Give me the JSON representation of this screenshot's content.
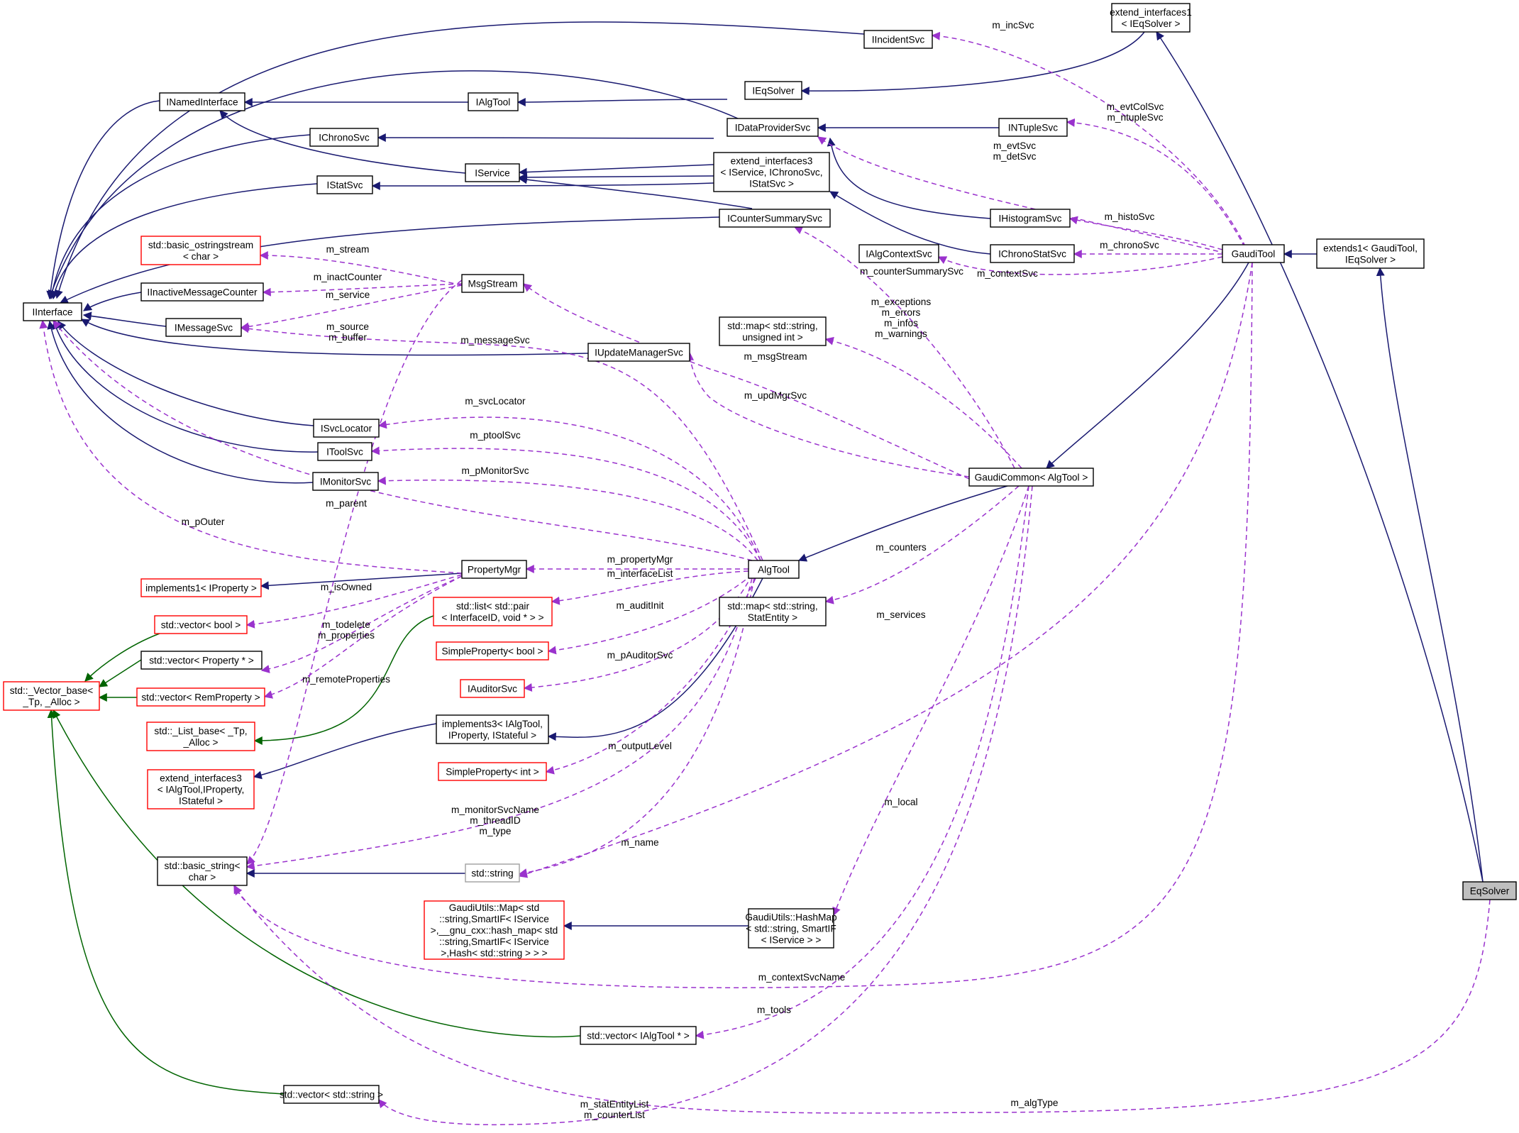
{
  "diagram": {
    "colors": {
      "inheritance": "#191970",
      "template": "#006400",
      "usage": "#9a32cd",
      "node_border": "#000000",
      "undocumented_border": "#ff0000",
      "external_border": "#a0a0a0",
      "selected_fill": "#bfbfbf"
    },
    "nodes": [
      {
        "id": "IInterface",
        "lines": [
          "IInterface"
        ]
      },
      {
        "id": "INamedInterface",
        "lines": [
          "INamedInterface"
        ]
      },
      {
        "id": "IIncidentSvc",
        "lines": [
          "IIncidentSvc"
        ]
      },
      {
        "id": "ext_int1",
        "lines": [
          "extend_interfaces1",
          "< IEqSolver >"
        ]
      },
      {
        "id": "IAlgTool",
        "lines": [
          "IAlgTool"
        ]
      },
      {
        "id": "IEqSolver",
        "lines": [
          "IEqSolver"
        ]
      },
      {
        "id": "IDataProviderSvc",
        "lines": [
          "IDataProviderSvc"
        ]
      },
      {
        "id": "INTupleSvc",
        "lines": [
          "INTupleSvc"
        ]
      },
      {
        "id": "IChronoSvc",
        "lines": [
          "IChronoSvc"
        ]
      },
      {
        "id": "IService",
        "lines": [
          "IService"
        ]
      },
      {
        "id": "ext_int3",
        "lines": [
          "extend_interfaces3",
          "< IService, IChronoSvc,",
          "IStatSvc >"
        ]
      },
      {
        "id": "IStatSvc",
        "lines": [
          "IStatSvc"
        ]
      },
      {
        "id": "IHistogramSvc",
        "lines": [
          "IHistogramSvc"
        ]
      },
      {
        "id": "ICounterSummarySvc",
        "lines": [
          "ICounterSummarySvc"
        ]
      },
      {
        "id": "basic_ostringstream",
        "lines": [
          "std::basic_ostringstream",
          "< char >"
        ],
        "style": "red"
      },
      {
        "id": "IAlgContextSvc",
        "lines": [
          "IAlgContextSvc"
        ]
      },
      {
        "id": "IChronoStatSvc",
        "lines": [
          "IChronoStatSvc"
        ]
      },
      {
        "id": "GaudiTool",
        "lines": [
          "GaudiTool"
        ]
      },
      {
        "id": "extends1",
        "lines": [
          "extends1< GaudiTool,",
          "IEqSolver >"
        ]
      },
      {
        "id": "MsgStream",
        "lines": [
          "MsgStream"
        ]
      },
      {
        "id": "IInactiveMessageCounter",
        "lines": [
          "IInactiveMessageCounter"
        ]
      },
      {
        "id": "IMessageSvc",
        "lines": [
          "IMessageSvc"
        ]
      },
      {
        "id": "map_uint",
        "lines": [
          "std::map< std::string,",
          "unsigned int >"
        ]
      },
      {
        "id": "IUpdateManagerSvc",
        "lines": [
          "IUpdateManagerSvc"
        ]
      },
      {
        "id": "ISvcLocator",
        "lines": [
          "ISvcLocator"
        ]
      },
      {
        "id": "IToolSvc",
        "lines": [
          "IToolSvc"
        ]
      },
      {
        "id": "IMonitorSvc",
        "lines": [
          "IMonitorSvc"
        ]
      },
      {
        "id": "GaudiCommon",
        "lines": [
          "GaudiCommon< AlgTool >"
        ]
      },
      {
        "id": "PropertyMgr",
        "lines": [
          "PropertyMgr"
        ]
      },
      {
        "id": "AlgTool",
        "lines": [
          "AlgTool"
        ]
      },
      {
        "id": "implements1",
        "lines": [
          "implements1< IProperty >"
        ],
        "style": "red"
      },
      {
        "id": "list_pair",
        "lines": [
          "std::list< std::pair",
          "< InterfaceID, void * > >"
        ],
        "style": "red"
      },
      {
        "id": "map_stat",
        "lines": [
          "std::map< std::string,",
          "StatEntity >"
        ]
      },
      {
        "id": "vector_bool",
        "lines": [
          "std::vector< bool >"
        ],
        "style": "red"
      },
      {
        "id": "SimpleProperty_bool",
        "lines": [
          "SimpleProperty< bool >"
        ],
        "style": "red"
      },
      {
        "id": "vector_prop",
        "lines": [
          "std::vector< Property * >"
        ]
      },
      {
        "id": "vector_base",
        "lines": [
          "std::_Vector_base<",
          "_Tp, _Alloc >"
        ],
        "style": "red"
      },
      {
        "id": "IAuditorSvc",
        "lines": [
          "IAuditorSvc"
        ],
        "style": "red"
      },
      {
        "id": "vector_remprop",
        "lines": [
          "std::vector< RemProperty >"
        ],
        "style": "red"
      },
      {
        "id": "list_base",
        "lines": [
          "std::_List_base< _Tp,",
          "_Alloc >"
        ],
        "style": "red"
      },
      {
        "id": "implements3",
        "lines": [
          "implements3< IAlgTool,",
          "IProperty, IStateful >"
        ]
      },
      {
        "id": "SimpleProperty_int",
        "lines": [
          "SimpleProperty< int >"
        ],
        "style": "red"
      },
      {
        "id": "ext_int3b",
        "lines": [
          "extend_interfaces3",
          "< IAlgTool,IProperty,",
          "IStateful >"
        ],
        "style": "red"
      },
      {
        "id": "basic_string",
        "lines": [
          "std::basic_string<",
          "char >"
        ]
      },
      {
        "id": "std_string",
        "lines": [
          "std::string"
        ],
        "style": "gray"
      },
      {
        "id": "EqSolver",
        "lines": [
          "EqSolver"
        ],
        "style": "selected"
      },
      {
        "id": "GU_Map",
        "lines": [
          "GaudiUtils::Map< std",
          "::string,SmartIF< IService",
          ">,__gnu_cxx::hash_map< std",
          "::string,SmartIF< IService",
          ">,Hash< std::string > > >"
        ],
        "style": "red"
      },
      {
        "id": "GU_HashMap",
        "lines": [
          "GaudiUtils::HashMap",
          "< std::string, SmartIF",
          "< IService > >"
        ]
      },
      {
        "id": "vector_algtool",
        "lines": [
          "std::vector< IAlgTool * >"
        ]
      },
      {
        "id": "vector_string",
        "lines": [
          "std::vector< std::string >"
        ]
      }
    ],
    "edge_labels": [
      [
        "m_incSvc"
      ],
      [
        "m_evtColSvc",
        "m_ntupleSvc"
      ],
      [
        "m_evtSvc",
        "m_detSvc"
      ],
      [
        "m_histoSvc"
      ],
      [
        "m_chronoSvc"
      ],
      [
        "m_contextSvc"
      ],
      [
        "m_counterSummarySvc"
      ],
      [
        "m_stream"
      ],
      [
        "m_inactCounter"
      ],
      [
        "m_service"
      ],
      [
        "m_source",
        "m_buffer"
      ],
      [
        "m_messageSvc"
      ],
      [
        "m_exceptions",
        "m_errors",
        "m_infos",
        "m_warnings"
      ],
      [
        "m_msgStream"
      ],
      [
        "m_updMgrSvc"
      ],
      [
        "m_svcLocator"
      ],
      [
        "m_ptoolSvc"
      ],
      [
        "m_pMonitorSvc"
      ],
      [
        "m_parent"
      ],
      [
        "m_pOuter"
      ],
      [
        "m_counters"
      ],
      [
        "m_propertyMgr"
      ],
      [
        "m_interfaceList"
      ],
      [
        "m_isOwned"
      ],
      [
        "m_auditInit"
      ],
      [
        "m_services"
      ],
      [
        "m_todelete",
        "m_properties"
      ],
      [
        "m_pAuditorSvc"
      ],
      [
        "m_remoteProperties"
      ],
      [
        "m_outputLevel"
      ],
      [
        "m_local"
      ],
      [
        "m_monitorSvcName",
        "m_threadID",
        "m_type"
      ],
      [
        "m_name"
      ],
      [
        "m_contextSvcName"
      ],
      [
        "m_tools"
      ],
      [
        "m_statEntityList",
        "m_counterList"
      ],
      [
        "m_algType"
      ]
    ]
  }
}
